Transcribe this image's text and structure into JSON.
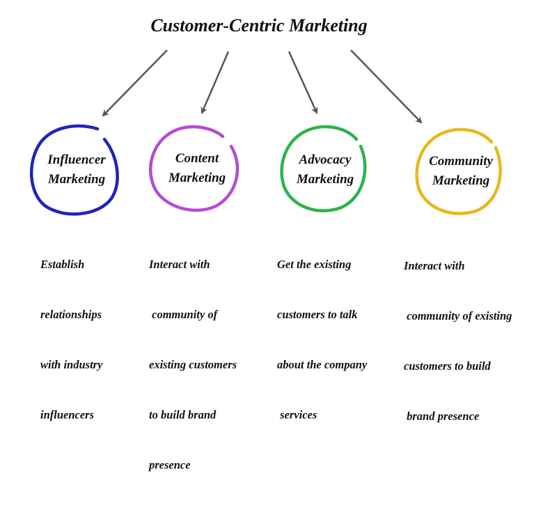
{
  "title": "Customer-Centric Marketing",
  "colors": {
    "arrow": "#555555",
    "influencer": "#1f25b8",
    "content": "#b44bd4",
    "advocacy": "#2db34a",
    "community": "#e8b71a"
  },
  "nodes": [
    {
      "label_line1": "Influencer",
      "label_line2": "Marketing",
      "description": [
        "Establish",
        "relationships",
        "with industry",
        "influencers"
      ]
    },
    {
      "label_line1": "Content",
      "label_line2": "Marketing",
      "description": [
        "Interact with",
        " community of",
        "existing customers",
        "to build brand",
        "presence"
      ]
    },
    {
      "label_line1": "Advocacy",
      "label_line2": "Marketing",
      "description": [
        "Get the existing",
        "customers to talk",
        "about the company",
        " services"
      ]
    },
    {
      "label_line1": "Community",
      "label_line2": "Marketing",
      "description": [
        "Interact with",
        " community of existing",
        "customers to build",
        " brand presence"
      ]
    }
  ]
}
